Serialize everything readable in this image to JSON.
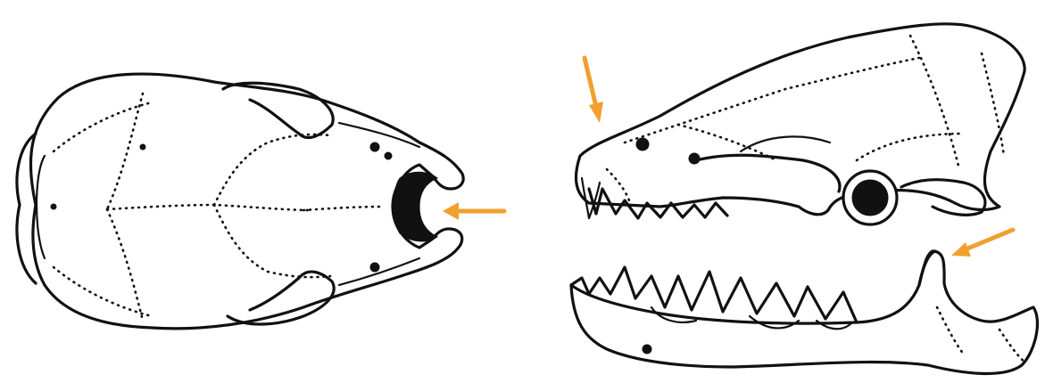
{
  "figure": {
    "views": [
      {
        "id": "dorsal-view",
        "label": "",
        "arrow": "occipital-arrow"
      },
      {
        "id": "lateral-view",
        "label": "",
        "arrows": [
          "nasal-arrow",
          "coronoid-arrow"
        ]
      }
    ]
  },
  "colors": {
    "ink": "#111111",
    "paper": "#ffffff",
    "arrow": "#f0a030"
  },
  "icons": [
    "arrow-left-icon",
    "arrow-down-right-icon",
    "arrow-down-left-icon"
  ]
}
